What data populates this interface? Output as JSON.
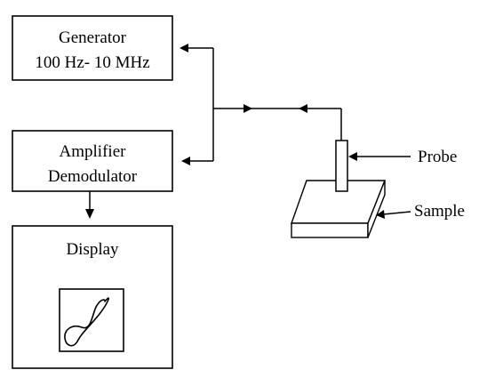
{
  "diagram": {
    "blocks": {
      "generator": {
        "line1": "Generator",
        "line2": "100 Hz- 10 MHz"
      },
      "amplifier": {
        "line1": "Amplifier",
        "line2": "Demodulator"
      },
      "display": {
        "label": "Display"
      }
    },
    "labels": {
      "probe": "Probe",
      "sample": "Sample"
    },
    "display_trace": "figure-eight Lissajous curve"
  }
}
